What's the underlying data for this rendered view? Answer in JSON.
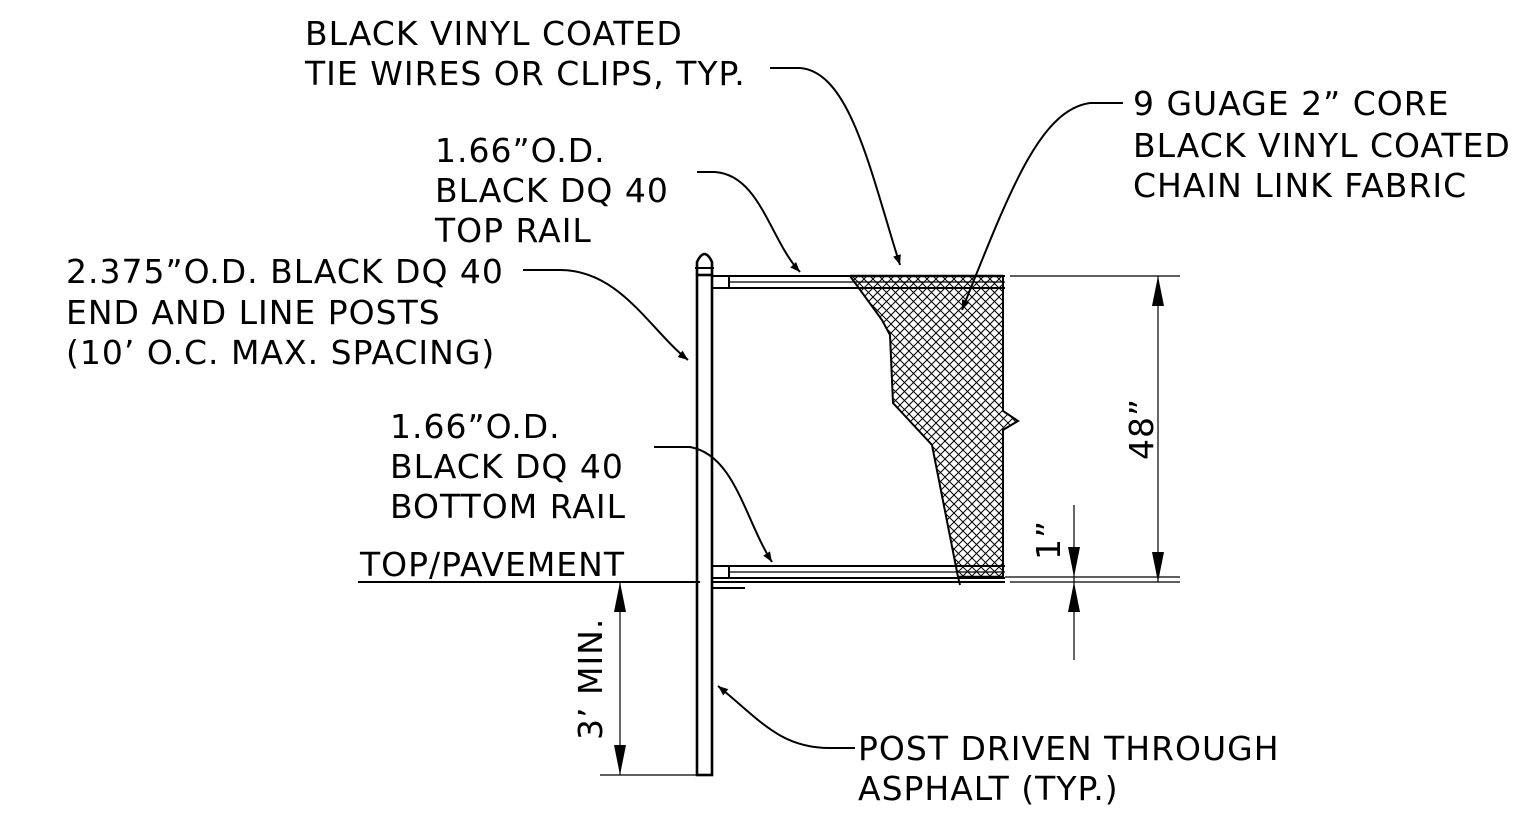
{
  "labels": {
    "tie_wires": [
      "BLACK VINYL COATED",
      "TIE WIRES OR CLIPS, TYP."
    ],
    "fabric": [
      "9 GUAGE 2” CORE",
      "BLACK VINYL COATED",
      "CHAIN LINK FABRIC"
    ],
    "top_rail": [
      "1.66”O.D.",
      "BLACK DQ 40",
      "TOP RAIL"
    ],
    "posts": [
      "2.375”O.D. BLACK DQ 40",
      "END AND LINE POSTS",
      "(10’ O.C. MAX. SPACING)"
    ],
    "bottom_rail": [
      "1.66”O.D.",
      "BLACK DQ 40",
      "BOTTOM RAIL"
    ],
    "pavement": "TOP/PAVEMENT",
    "post_driven": [
      "POST DRIVEN THROUGH",
      "ASPHALT (TYP.)"
    ]
  },
  "dimensions": {
    "height": "48”",
    "gap": "1”",
    "embed": "3’ MIN."
  }
}
